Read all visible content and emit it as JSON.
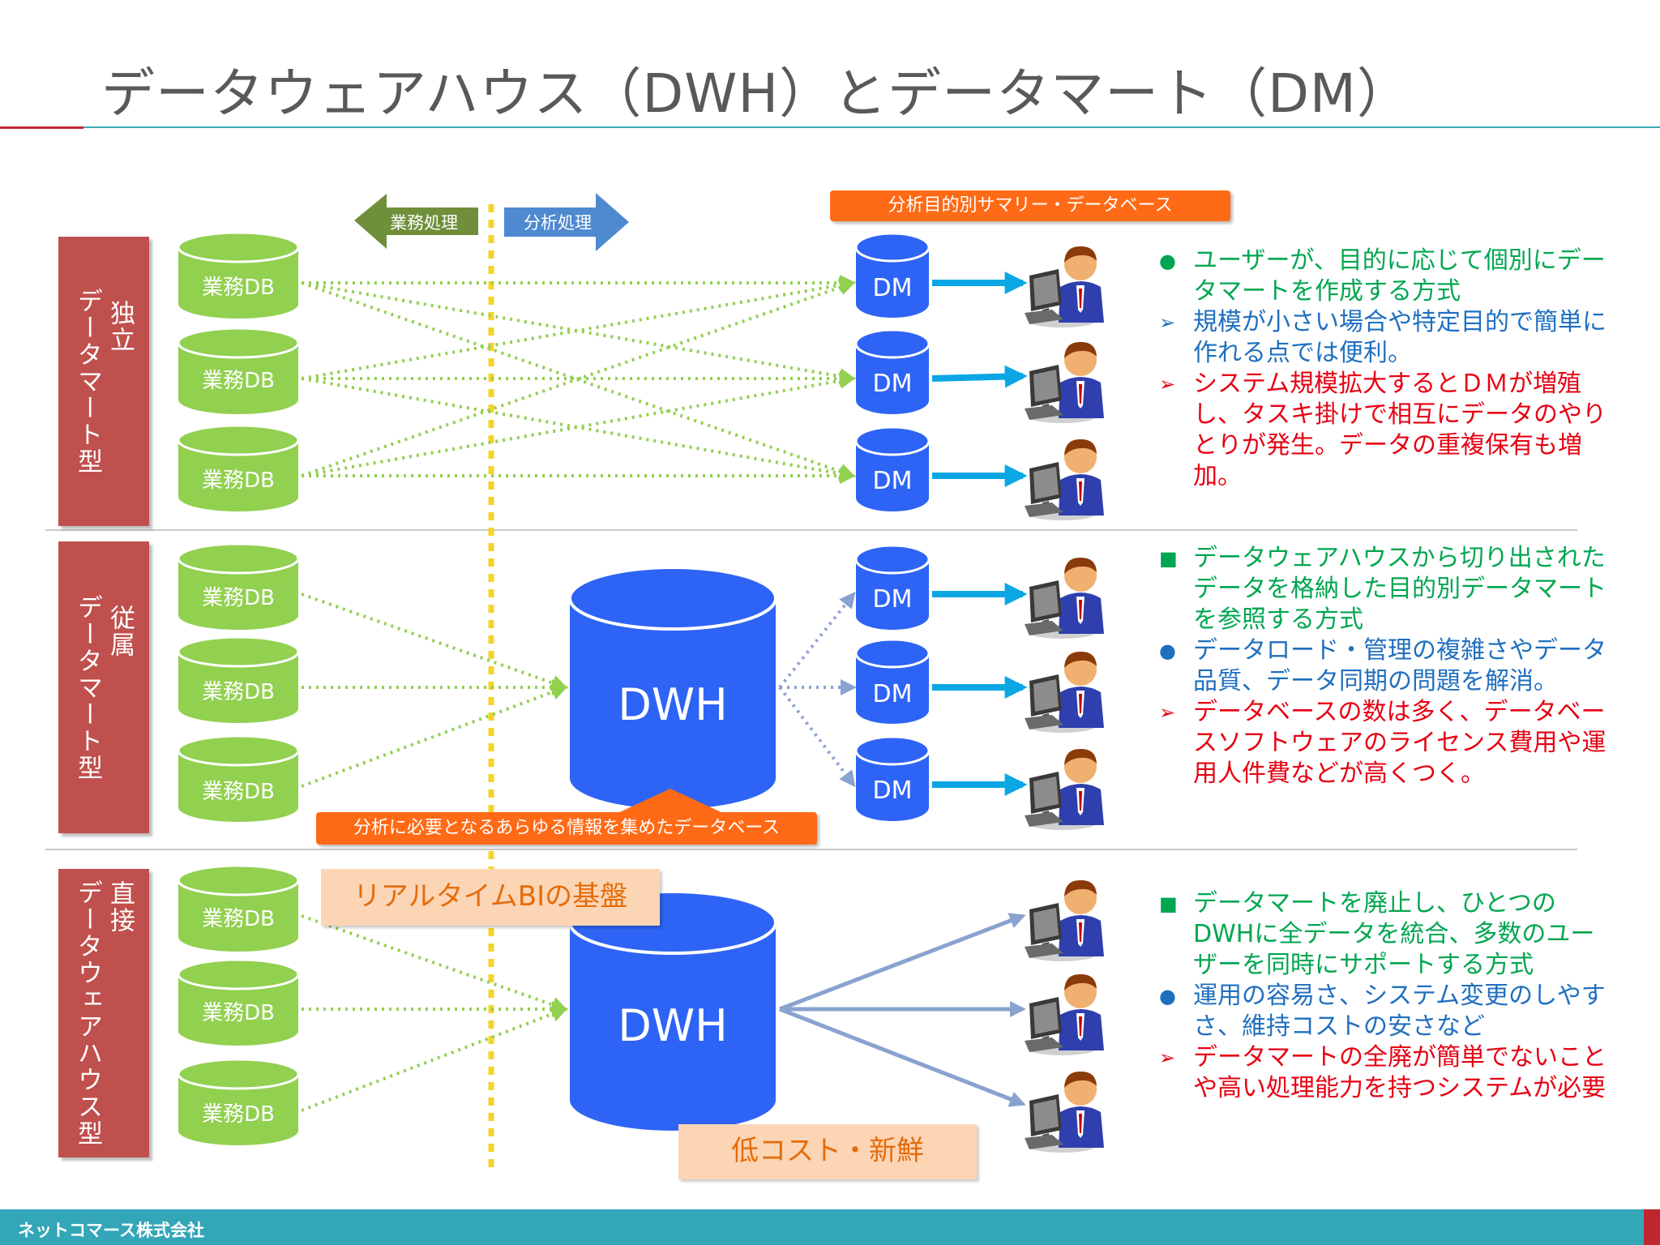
{
  "title": "データウェアハウス（DWH）とデータマート（DM）",
  "arrows": {
    "left": "業務処理",
    "right": "分析処理"
  },
  "labels": {
    "db": "業務DB",
    "dm": "DM",
    "dwh": "DWH",
    "summary": "分析目的別サマリー・データベース",
    "dwh_info": "分析に必要となるあらゆる情報を集めたデータベース",
    "realtime": "リアルタイムBIの基盤",
    "lowcost": "低コスト・新鮮"
  },
  "rows": [
    {
      "label_lines": [
        "独立",
        "データマート型"
      ],
      "bullets": [
        {
          "marker": "●",
          "color": "green",
          "text": "ユーザーが、目的に応じて個別にデータマートを作成する方式"
        },
        {
          "marker": "➢",
          "color": "blue",
          "text": "規模が小さい場合や特定目的で簡単に作れる点では便利。"
        },
        {
          "marker": "➢",
          "color": "red",
          "text": "システム規模拡大するとＤＭが増殖し、タスキ掛けで相互にデータのやりとりが発生。データの重複保有も増加。"
        }
      ]
    },
    {
      "label_lines": [
        "従属",
        "データマート型"
      ],
      "bullets": [
        {
          "marker": "■",
          "color": "green",
          "text": "データウェアハウスから切り出されたデータを格納した目的別データマートを参照する方式"
        },
        {
          "marker": "●",
          "color": "blue",
          "text": "データロード・管理の複雑さやデータ品質、データ同期の問題を解消。"
        },
        {
          "marker": "➢",
          "color": "red",
          "text": "データベースの数は多く、データベースソフトウェアのライセンス費用や運用人件費などが高くつく。"
        }
      ]
    },
    {
      "label_lines": [
        "直接",
        "データウェアハウス型"
      ],
      "bullets": [
        {
          "marker": "■",
          "color": "green",
          "text": "データマートを廃止し、ひとつのDWHに全データを統合、多数のユーザーを同時にサポートする方式"
        },
        {
          "marker": "●",
          "color": "blue",
          "text": "運用の容易さ、システム変更のしやすさ、維持コストの安さなど"
        },
        {
          "marker": "➢",
          "color": "red",
          "text": "データマートの全廃が簡単でないことや高い処理能力を持つシステムが必要"
        }
      ]
    }
  ],
  "footer": "ネットコマース株式会社",
  "colors": {
    "db_green": "#92d050",
    "db_blue": "#2e64f5",
    "accent_orange": "#ff6a16",
    "row_label": "#c0504d",
    "footer": "#33a6b8"
  }
}
